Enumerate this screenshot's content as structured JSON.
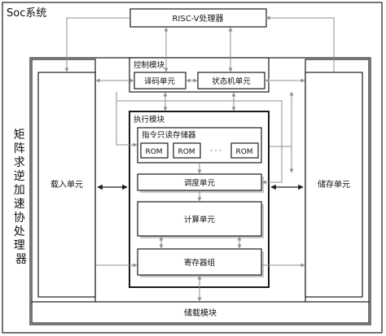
{
  "diagram": {
    "soc_title": "Soc系统",
    "riscv": "RISC-V处理器",
    "accelerator_title": "矩阵求逆加速协处理器",
    "control_module": "控制模块",
    "decode_unit": "译码单元",
    "fsm_unit": "状态机单元",
    "exec_module": "执行模块",
    "rom_store": "指令只读存储器",
    "rom1": "ROM",
    "rom2": "ROM",
    "rom_ellipsis": "· · ·",
    "rom3": "ROM",
    "schedule_unit": "调度单元",
    "compute_unit": "计算单元",
    "register_group": "寄存器组",
    "load_unit": "载入单元",
    "store_unit": "储存单元",
    "storage_module": "储载模块"
  },
  "colors": {
    "line": "#1a1a1a",
    "arrow": "#8f8f8f",
    "shadow": "#c8c8c8"
  }
}
